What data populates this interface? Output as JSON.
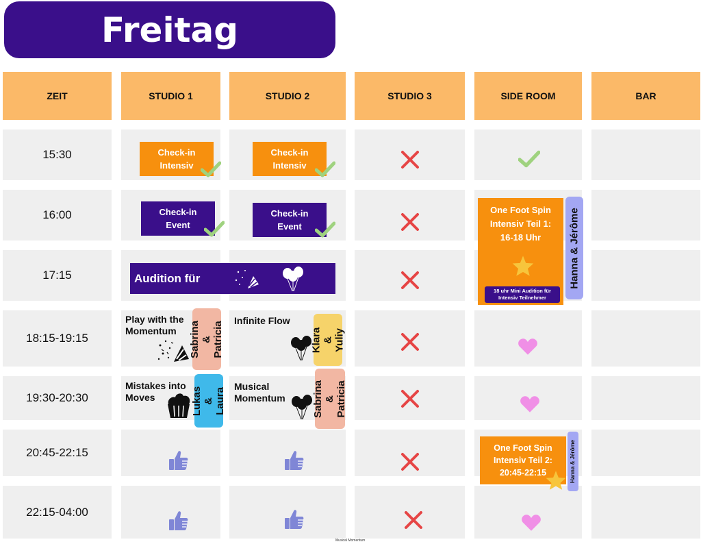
{
  "title": "Freitag",
  "headers": {
    "zeit": "ZEIT",
    "studio1": "STUDIO 1",
    "studio2": "STUDIO 2",
    "studio3": "STUDIO 3",
    "side_room": "SIDE ROOM",
    "bar": "BAR"
  },
  "times": [
    "15:30",
    "16:00",
    "17:15",
    "18:15-19:15",
    "19:30-20:30",
    "20:45-22:15",
    "22:15-04:00"
  ],
  "events": {
    "checkin_intensiv": "Check-in\nIntensiv",
    "checkin_event": "Check-in\nEvent",
    "audition": "Audition für",
    "one_foot_spin_1": "One Foot Spin\nIntensiv Teil 1:\n16-18 Uhr",
    "mini_audition": "18 uhr Mini Audition für\nIntensiv Teilnehmer",
    "hanna_jerome": "Hanna & Jérôme",
    "play_with_momentum": "Play with the\nMomentum",
    "sabrina_patricia": "Sabrina &\nPatricia",
    "infinite_flow": "Infinite Flow",
    "klara_yuliy": "Klara &\nYuliy",
    "mistakes_into_moves": "Mistakes into\nMoves",
    "lukas_laura": "Lukas &\nLaura",
    "musical_momentum": "Musical\nMomentum",
    "one_foot_spin_2": "One Foot Spin\nIntensiv Teil 2:\n20:45-22:15"
  },
  "footer": "Musical Momentum",
  "colors": {
    "header": "#fbb968",
    "purple": "#3a0f8a",
    "orange": "#f7900e",
    "cell": "#efefef",
    "check": "#9fd27f",
    "cross": "#e64545",
    "heart": "#f08fe6",
    "thumb": "#7f86d6",
    "star": "#f7c53c",
    "tag_pink": "#f2b7a3",
    "tag_yellow": "#f6d36a",
    "tag_blue": "#3fb9ea",
    "tag_lavender": "#a3a7f3"
  },
  "icons": [
    "check-icon",
    "cross-icon",
    "heart-icon",
    "thumbs-up-icon",
    "star-icon",
    "party-popper-icon",
    "balloons-icon",
    "cupcake-icon",
    "confetti-icon"
  ]
}
